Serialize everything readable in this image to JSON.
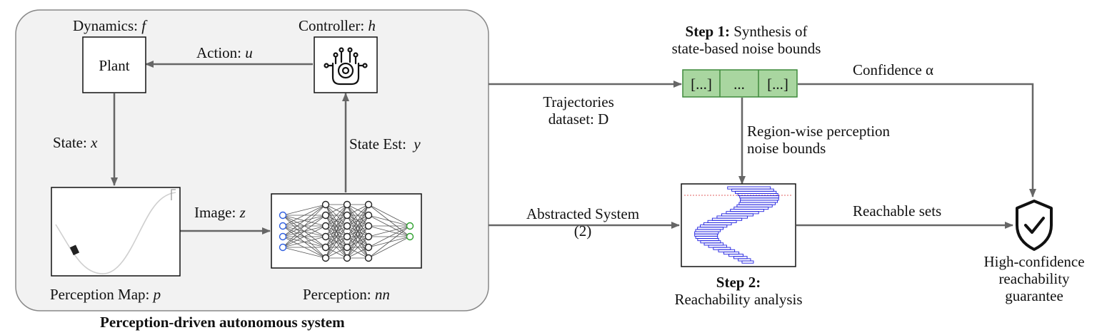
{
  "system": {
    "caption": "Perception-driven autonomous system",
    "plant": {
      "title": "Dynamics: ",
      "var": "f",
      "box_label": "Plant"
    },
    "controller": {
      "title": "Controller: ",
      "var": "h"
    },
    "perception_map": {
      "title": "Perception Map: ",
      "var": "p"
    },
    "perception": {
      "title": "Perception: ",
      "var": "nn"
    },
    "edges": {
      "action": {
        "text": "Action: ",
        "var": "u"
      },
      "state": {
        "text": "State: ",
        "var": "x"
      },
      "state_est": {
        "text": "State Est:  ",
        "var": "y"
      },
      "image": {
        "text": "Image: ",
        "var": "z"
      }
    }
  },
  "pipeline": {
    "trajectories": [
      "Trajectories",
      "dataset: D"
    ],
    "abstracted": [
      "Abstracted System",
      "(2)"
    ],
    "step1": {
      "bold": "Step 1:",
      "line1": " Synthesis of",
      "line2": "state-based noise bounds"
    },
    "bounds_cells": [
      "[...]",
      "...",
      "[...]"
    ],
    "region_bounds": [
      "Region-wise perception",
      "noise bounds"
    ],
    "confidence": "Confidence α",
    "step2": {
      "bold": "Step 2:",
      "line2": "Reachability analysis"
    },
    "reachable": "Reachable sets",
    "guarantee": [
      "High-confidence",
      "reachability",
      "guarantee"
    ]
  },
  "colors": {
    "panel_fill": "#f2f2f2",
    "bounds_fill": "#a9d6a0",
    "bounds_border": "#3f8a3c",
    "reach_box": "#2020e0",
    "nn_input": "#2f5fe0",
    "nn_output": "#2ea02e"
  }
}
